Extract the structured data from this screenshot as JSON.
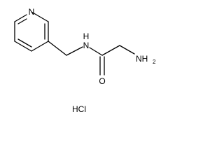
{
  "molecule": {
    "atoms": {
      "pyridine_n": "N",
      "amide_nh": "N",
      "amide_nh_h": "H",
      "carbonyl_o": "O",
      "amine_n": "NH",
      "amine_sub": "2"
    },
    "salt": "HCl"
  }
}
